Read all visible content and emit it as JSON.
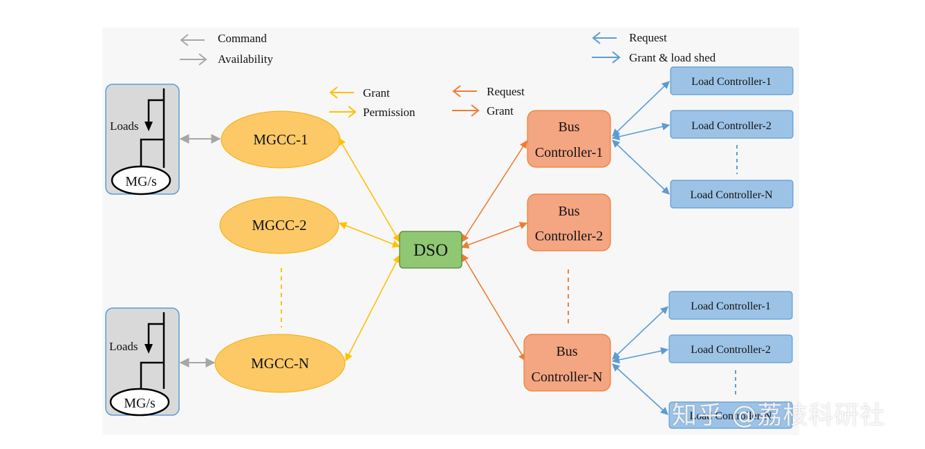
{
  "colors": {
    "gray": "#a6a6a6",
    "yellow": "#ffc000",
    "orange": "#ed7d31",
    "blue": "#5b9bd5",
    "mgcc_fill": "#fdc966",
    "bus_fill": "#f4a582",
    "dso_fill": "#8fc773",
    "load_fill": "#9cc3e6",
    "mg_box_fill": "#d9d9d9"
  },
  "legend_gray": {
    "command": "Command",
    "availability": "Availability"
  },
  "legend_yellow": {
    "grant": "Grant",
    "permission": "Permission"
  },
  "legend_orange": {
    "request": "Request",
    "grant": "Grant"
  },
  "legend_blue": {
    "request": "Request",
    "grant_load_shed": "Grant & load shed"
  },
  "microgrids": [
    {
      "loads_label": "Loads",
      "mg_label": "MG/s"
    },
    {
      "loads_label": "Loads",
      "mg_label": "MG/s"
    }
  ],
  "mgcc": {
    "n1": "MGCC-1",
    "n2": "MGCC-2",
    "nN": "MGCC-N"
  },
  "dso": "DSO",
  "bus": {
    "b1": {
      "line1": "Bus",
      "line2": "Controller-1"
    },
    "b2": {
      "line1": "Bus",
      "line2": "Controller-2"
    },
    "bN": {
      "line1": "Bus",
      "line2": "Controller-N"
    }
  },
  "load_top": {
    "l1": "Load Controller-1",
    "l2": "Load Controller-2",
    "lN": "Load Controller-N"
  },
  "load_bottom": {
    "l1": "Load Controller-1",
    "l2": "Load Controller-2",
    "lN": "Load Controller-N"
  },
  "watermark": "知乎 @荔枝科研社"
}
